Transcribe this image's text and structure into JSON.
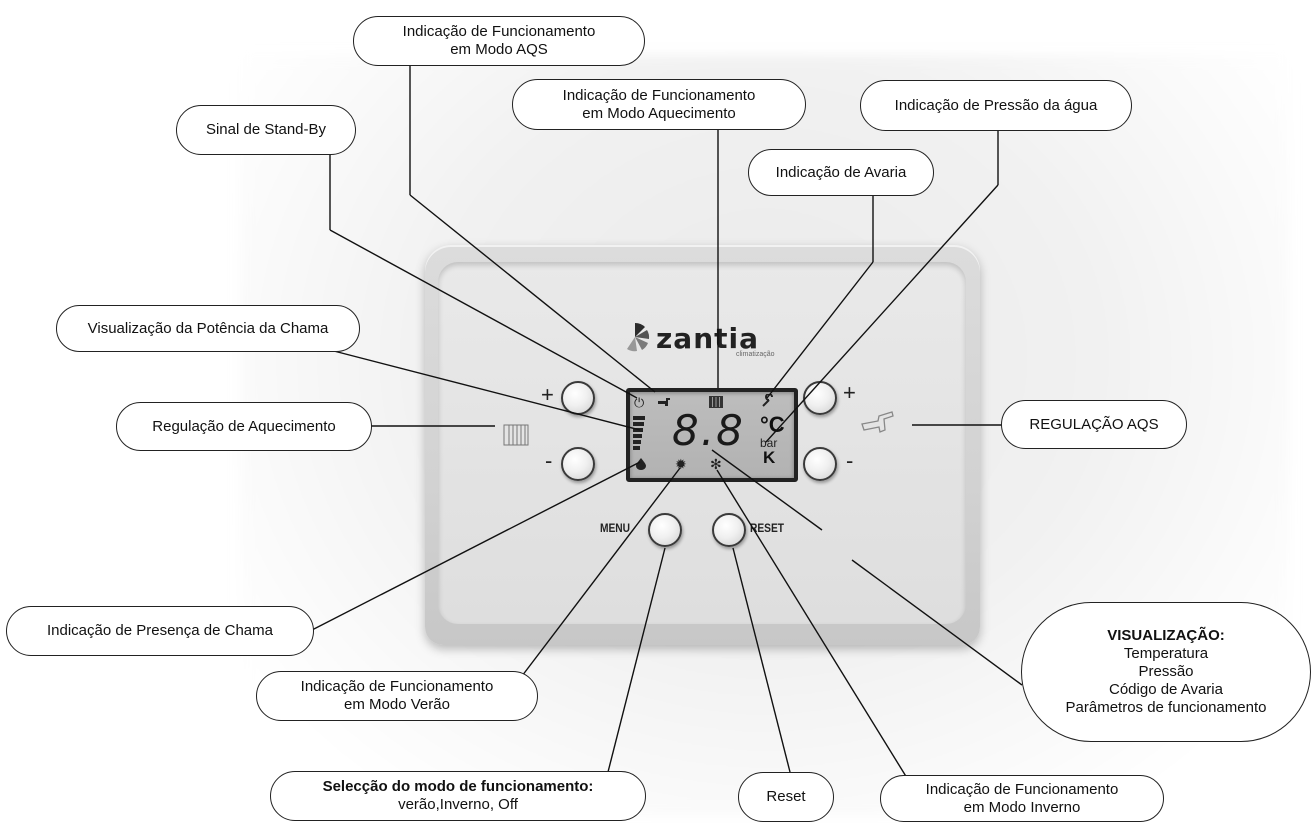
{
  "brand": {
    "name": "zantia",
    "subtitle": "climatização"
  },
  "lcd": {
    "digits": "8.8",
    "unit_celsius": "°C",
    "unit_bar": "bar",
    "unit_k": "K"
  },
  "buttons": {
    "heating_plus": "+",
    "heating_minus": "-",
    "dhw_plus": "+",
    "dhw_minus": "-",
    "menu": "MENU",
    "reset": "RESET"
  },
  "callouts": {
    "aqs_mode": [
      "Indicação de Funcionamento",
      "em Modo AQS"
    ],
    "heating_mode": [
      "Indicação de Funcionamento",
      "em Modo Aquecimento"
    ],
    "water_pressure": "Indicação de Pressão da água",
    "standby": "Sinal de Stand-By",
    "fault": "Indicação de Avaria",
    "flame_power": "Visualização da Potência da Chama",
    "heating_regulation": "Regulação de Aquecimento",
    "dhw_regulation": "REGULAÇÃO AQS",
    "flame_presence": "Indicação de Presença de Chama",
    "summer_mode": [
      "Indicação de Funcionamento",
      "em Modo Verão"
    ],
    "display": {
      "title": "VISUALIZAÇÃO:",
      "lines": [
        "Temperatura",
        "Pressão",
        "Código de Avaria",
        "Parâmetros de funcionamento"
      ]
    },
    "mode_select": {
      "title": "Selecção do modo de funcionamento:",
      "line": "verão,Inverno, Off"
    },
    "reset": "Reset",
    "winter_mode": [
      "Indicação de Funcionamento",
      "em Modo Inverno"
    ]
  }
}
